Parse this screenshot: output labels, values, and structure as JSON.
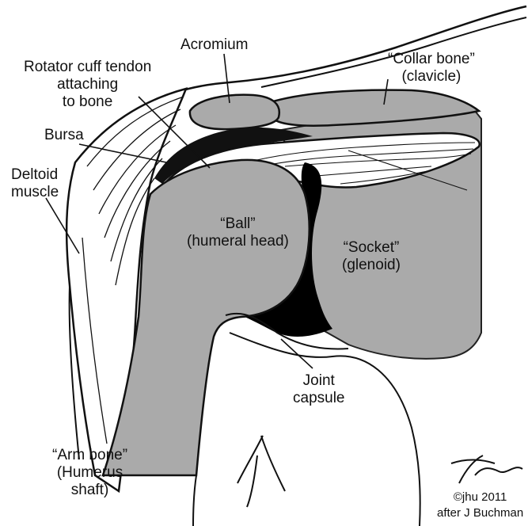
{
  "labels": {
    "acromium": "Acromium",
    "rotator_cuff": [
      "Rotator cuff tendon",
      "attaching",
      "to bone"
    ],
    "collar_bone": [
      "“Collar bone”",
      "(clavicle)"
    ],
    "bursa": "Bursa",
    "deltoid": [
      "Deltoid",
      "muscle"
    ],
    "ball": [
      "“Ball”",
      "(humeral head)"
    ],
    "socket": [
      "“Socket”",
      "(glenoid)"
    ],
    "joint_capsule": [
      "Joint",
      "capsule"
    ],
    "arm_bone": [
      "“Arm bone”",
      "(Humerus",
      "shaft)"
    ]
  },
  "credit": {
    "copyright": "©jhu 2011",
    "after": "after J Buchman"
  },
  "colors": {
    "bone": "#aaaaaa",
    "capsule": "#000000",
    "background": "#ffffff"
  }
}
